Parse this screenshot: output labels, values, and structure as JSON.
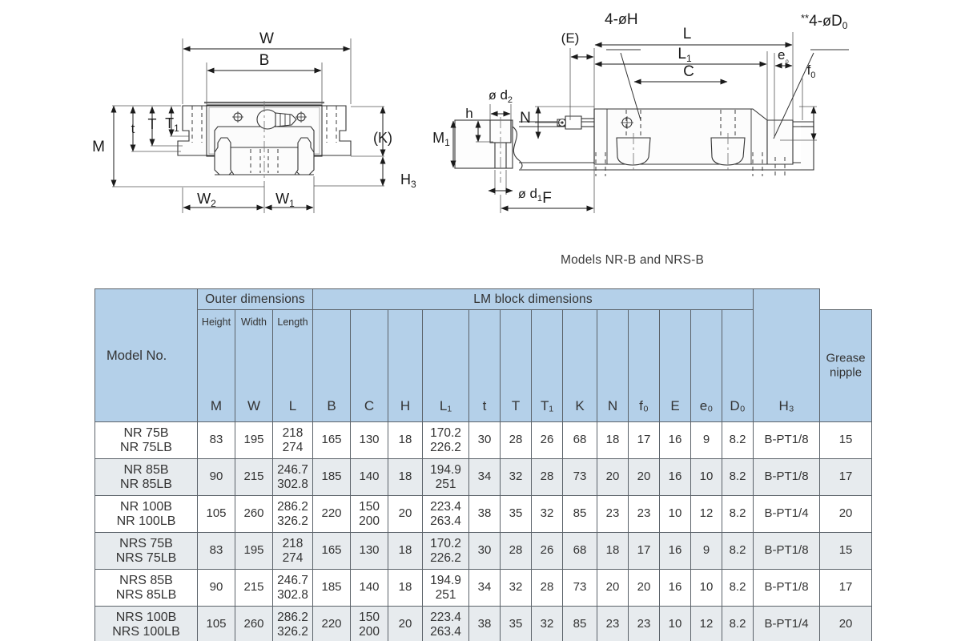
{
  "caption": "Models NR-B and NRS-B",
  "drawing_labels": {
    "front_view": [
      "W",
      "B",
      "M",
      "t",
      "T",
      "T₁",
      "(K)",
      "H₃",
      "W₂",
      "W₁"
    ],
    "side_view": [
      "4-øH",
      "(E)",
      "L",
      "L₁",
      "C",
      "e₀",
      "**4-øD₀",
      "f₀",
      "ød₂",
      "N",
      "h",
      "M₁",
      "ød₁",
      "F"
    ]
  },
  "table": {
    "group_headers": [
      {
        "label": "",
        "span": 1
      },
      {
        "label": "Outer dimensions",
        "span": 3
      },
      {
        "label": "LM block dimensions",
        "span": 13
      },
      {
        "label": "",
        "span": 1
      }
    ],
    "columns": [
      {
        "word": "",
        "symbol": "Model No."
      },
      {
        "word": "Height",
        "symbol": "M"
      },
      {
        "word": "Width",
        "symbol": "W"
      },
      {
        "word": "Length",
        "symbol": "L"
      },
      {
        "word": "",
        "symbol": "B"
      },
      {
        "word": "",
        "symbol": "C"
      },
      {
        "word": "",
        "symbol": "H"
      },
      {
        "word": "",
        "symbol": "L₁"
      },
      {
        "word": "",
        "symbol": "t"
      },
      {
        "word": "",
        "symbol": "T"
      },
      {
        "word": "",
        "symbol": "T₁"
      },
      {
        "word": "",
        "symbol": "K"
      },
      {
        "word": "",
        "symbol": "N"
      },
      {
        "word": "",
        "symbol": "f₀"
      },
      {
        "word": "",
        "symbol": "E"
      },
      {
        "word": "",
        "symbol": "e₀"
      },
      {
        "word": "",
        "symbol": "D₀"
      },
      {
        "word": "",
        "symbol": "Grease\nnipple"
      },
      {
        "word": "",
        "symbol": "H₃"
      }
    ],
    "rows": [
      {
        "model": "NR 75B\nNR 75LB",
        "M": "83",
        "W": "195",
        "L": "218\n274",
        "B": "165",
        "C": "130",
        "H": "18",
        "L1": "170.2\n226.2",
        "t": "30",
        "T": "28",
        "T1": "26",
        "K": "68",
        "N": "18",
        "f0": "17",
        "E": "16",
        "e0": "9",
        "D0": "8.2",
        "grease": "B-PT1/8",
        "H3": "15"
      },
      {
        "model": "NR 85B\nNR 85LB",
        "M": "90",
        "W": "215",
        "L": "246.7\n302.8",
        "B": "185",
        "C": "140",
        "H": "18",
        "L1": "194.9\n251",
        "t": "34",
        "T": "32",
        "T1": "28",
        "K": "73",
        "N": "20",
        "f0": "20",
        "E": "16",
        "e0": "10",
        "D0": "8.2",
        "grease": "B-PT1/8",
        "H3": "17"
      },
      {
        "model": "NR 100B\nNR 100LB",
        "M": "105",
        "W": "260",
        "L": "286.2\n326.2",
        "B": "220",
        "C": "150\n200",
        "H": "20",
        "L1": "223.4\n263.4",
        "t": "38",
        "T": "35",
        "T1": "32",
        "K": "85",
        "N": "23",
        "f0": "23",
        "E": "10",
        "e0": "12",
        "D0": "8.2",
        "grease": "B-PT1/4",
        "H3": "20"
      },
      {
        "model": "NRS 75B\nNRS 75LB",
        "M": "83",
        "W": "195",
        "L": "218\n274",
        "B": "165",
        "C": "130",
        "H": "18",
        "L1": "170.2\n226.2",
        "t": "30",
        "T": "28",
        "T1": "26",
        "K": "68",
        "N": "18",
        "f0": "17",
        "E": "16",
        "e0": "9",
        "D0": "8.2",
        "grease": "B-PT1/8",
        "H3": "15"
      },
      {
        "model": "NRS 85B\nNRS 85LB",
        "M": "90",
        "W": "215",
        "L": "246.7\n302.8",
        "B": "185",
        "C": "140",
        "H": "18",
        "L1": "194.9\n251",
        "t": "34",
        "T": "32",
        "T1": "28",
        "K": "73",
        "N": "20",
        "f0": "20",
        "E": "16",
        "e0": "10",
        "D0": "8.2",
        "grease": "B-PT1/8",
        "H3": "17"
      },
      {
        "model": "NRS 100B\nNRS 100LB",
        "M": "105",
        "W": "260",
        "L": "286.2\n326.2",
        "B": "220",
        "C": "150\n200",
        "H": "20",
        "L1": "223.4\n263.4",
        "t": "38",
        "T": "35",
        "T1": "32",
        "K": "85",
        "N": "23",
        "f0": "23",
        "E": "10",
        "e0": "12",
        "D0": "8.2",
        "grease": "B-PT1/4",
        "H3": "20"
      }
    ]
  },
  "colors": {
    "header_bg": "#b4d0e9",
    "row_alt_bg": "#e7ebee",
    "border": "#5b6269",
    "drawing_line": "#1a1a1a"
  }
}
